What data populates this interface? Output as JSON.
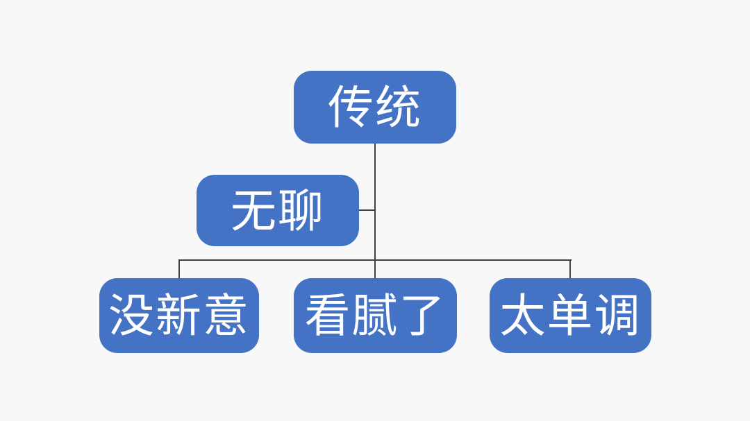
{
  "diagram": {
    "type": "org-chart",
    "background_color": "#f8f8f8",
    "node_fill_color": "#4472c4",
    "node_text_color": "#ffffff",
    "connector_color": "#404040",
    "nodes": {
      "root": {
        "label": "传统"
      },
      "branch": {
        "label": "无聊"
      },
      "leaves": [
        {
          "label": "没新意"
        },
        {
          "label": "看腻了"
        },
        {
          "label": "太单调"
        }
      ]
    },
    "structure": {
      "root": "传统",
      "assistant_of_root": "无聊",
      "children_of_root": [
        "没新意",
        "看腻了",
        "太单调"
      ]
    }
  }
}
